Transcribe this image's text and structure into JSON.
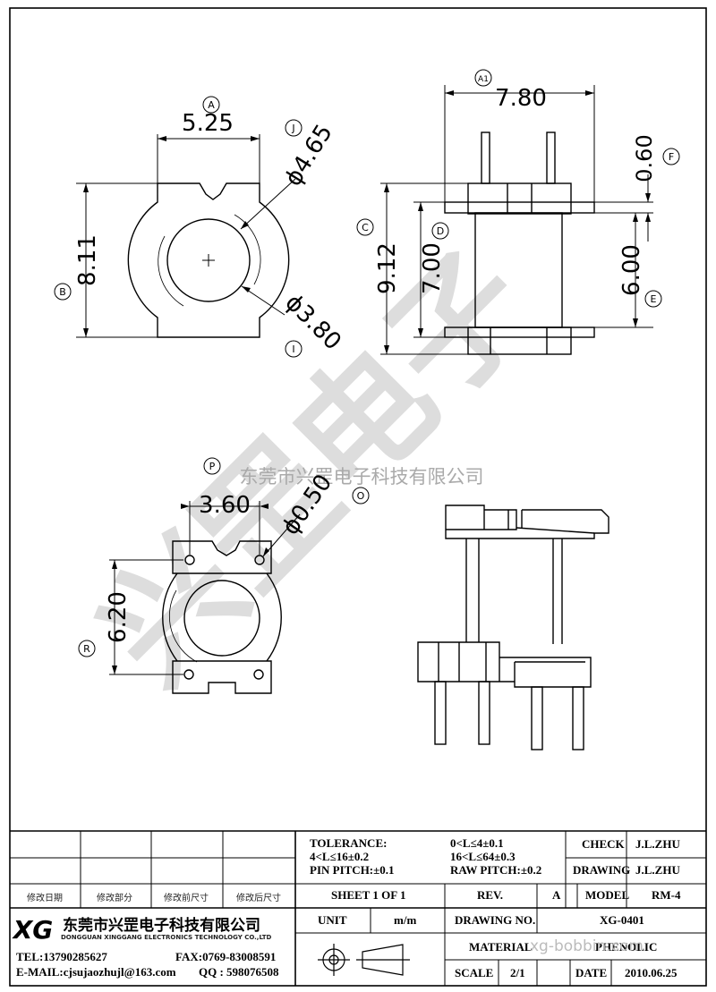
{
  "dimensions": {
    "top_width": "5.25",
    "top_height": "8.11",
    "outer_dia": "ϕ4.65",
    "inner_dia": "ϕ3.80",
    "side_width": "7.80",
    "flange_thk": "0.60",
    "overall_height": "9.12",
    "bobbin_height": "7.00",
    "pin_height": "6.00",
    "pin_spacing": "3.60",
    "pin_dia": "ϕ0.50",
    "flange_height": "6.20"
  },
  "callouts": {
    "A": "A",
    "A1": "A1",
    "B": "B",
    "C": "C",
    "D": "D",
    "E": "E",
    "F": "F",
    "I": "I",
    "J": "J",
    "O": "O",
    "P": "P",
    "R": "R"
  },
  "watermark": {
    "company_cn": "东莞市兴罡电子科技有限公司",
    "big_text": "兴罡电子",
    "url": "xg-bobbin.com"
  },
  "title_block": {
    "tolerance_label": "TOLERANCE:",
    "tol_range_1": "0<L≤4±0.1",
    "tol_range_2": "4<L≤16±0.2",
    "tol_range_3": "16<L≤64±0.3",
    "pin_pitch": "PIN PITCH:±0.1",
    "raw_pitch": "RAW PITCH:±0.2",
    "check_label": "CHECK",
    "check_value": "J.L.ZHU",
    "drawing_label": "DRAWING",
    "drawing_value": "J.L.ZHU",
    "model_label": "MODEL",
    "model_value": "RM-4",
    "rev_label": "REV.",
    "rev_value": "A",
    "sheet": "SHEET 1 OF 1",
    "revision_headers": [
      "修改日期",
      "修改部分",
      "修改前尺寸",
      "修改后尺寸"
    ],
    "unit_label": "UNIT",
    "unit_value": "m/m",
    "drawing_no_label": "DRAWING NO.",
    "drawing_no_value": "XG-0401",
    "material_label": "MATERIAL",
    "material_value": "PHENOLIC",
    "scale_label": "SCALE",
    "scale_value": "2/1",
    "date_label": "DATE",
    "date_value": "2010.06.25",
    "logo_text": "XG",
    "company_cn": "东莞市兴罡电子科技有限公司",
    "company_en": "DONGGUAN XINGGANG ELECTRONICS TECHNOLOGY CO.,LTD",
    "tel": "TEL:13790285627",
    "fax": "FAX:0769-83008591",
    "email": "E-MAIL:cjsujaozhujl@163.com",
    "qq": "QQ : 598076508"
  }
}
